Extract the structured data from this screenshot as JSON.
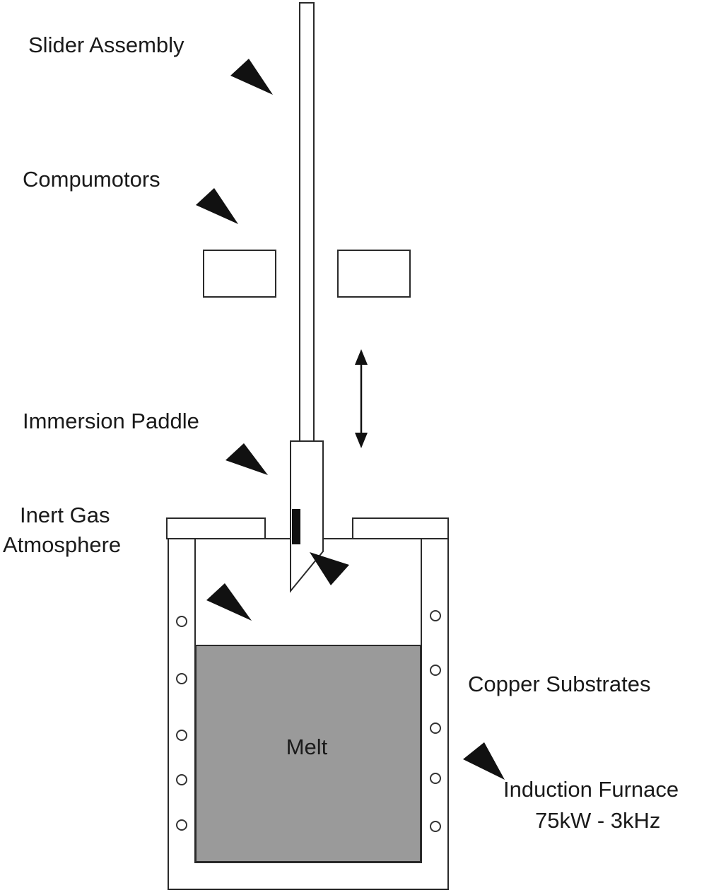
{
  "labels": {
    "slider_assembly": "Slider Assembly",
    "compumotors": "Compumotors",
    "immersion_paddle": "Immersion Paddle",
    "inert_gas_line1": "Inert Gas",
    "inert_gas_line2": "Atmosphere",
    "copper_substrates": "Copper Substrates",
    "induction_furnace_line1": "Induction Furnace",
    "induction_furnace_line2": "75kW - 3kHz",
    "melt": "Melt"
  },
  "colors": {
    "melt_fill": "#9a9a9a",
    "outline": "#2a2a2a",
    "pointer": "#111111",
    "substrate": "#111111"
  }
}
